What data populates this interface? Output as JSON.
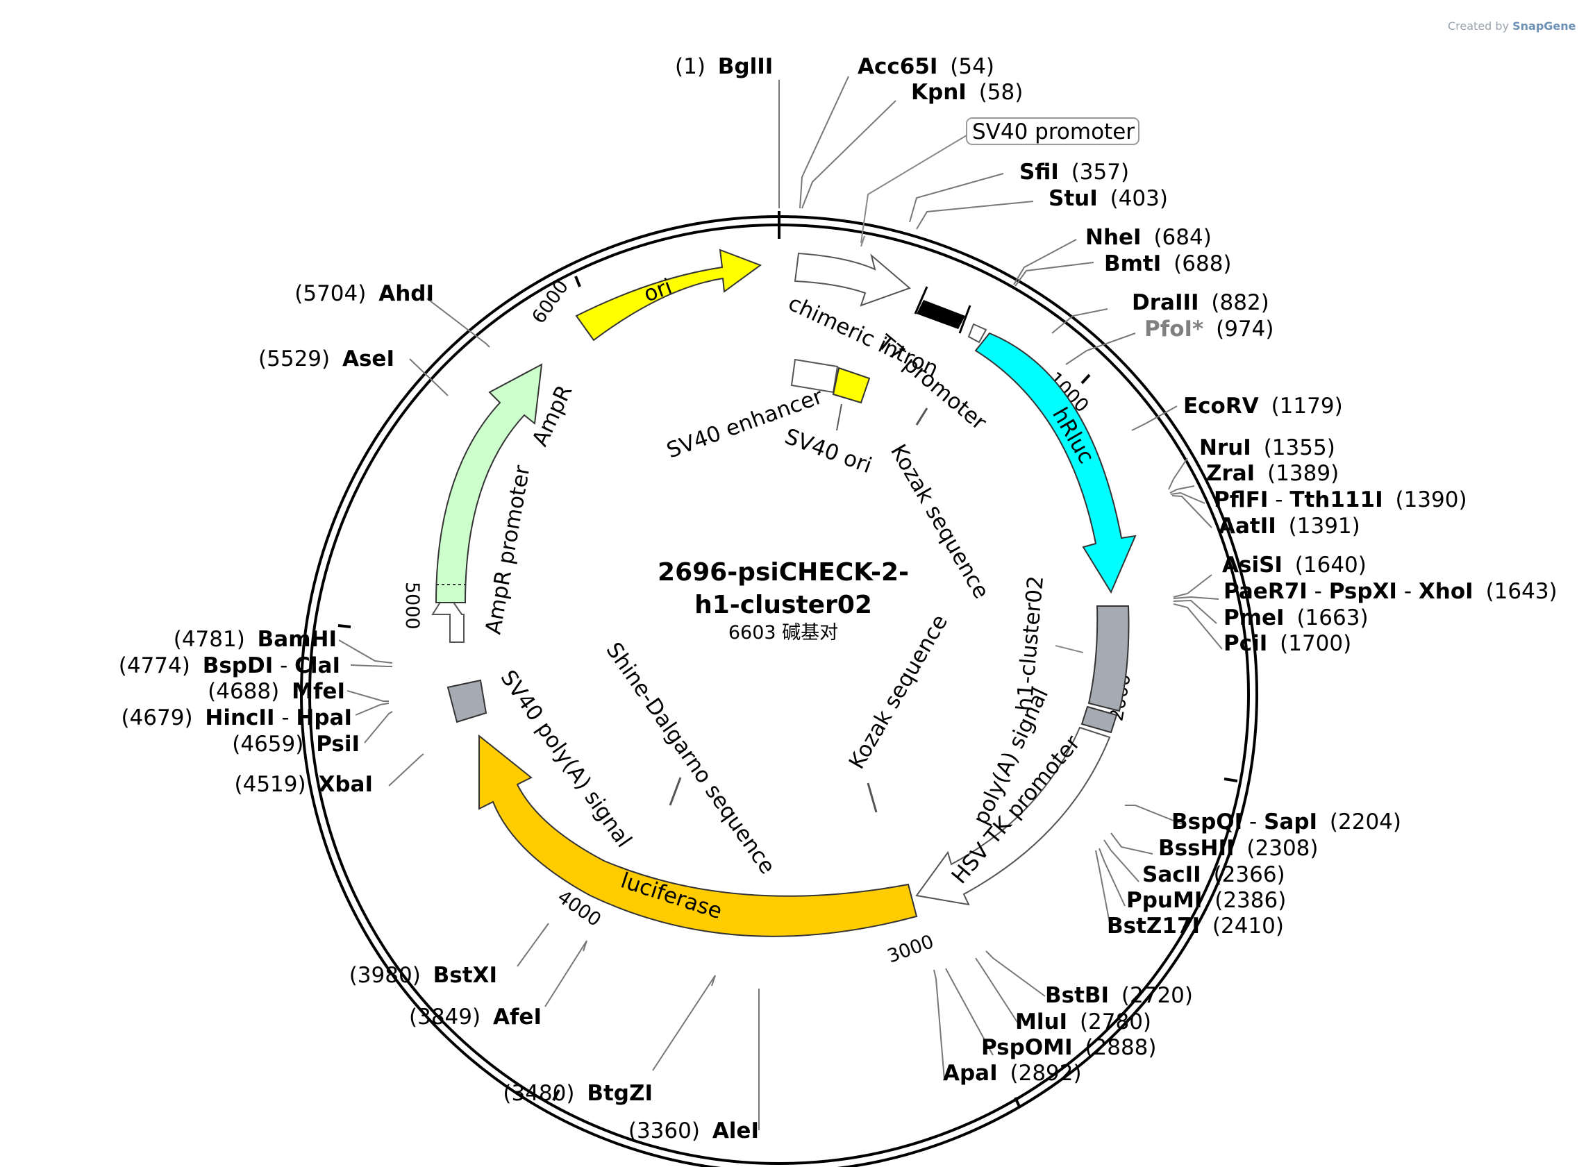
{
  "plasmid": {
    "name_line1": "2696-psiCHECK-2-",
    "name_line2": "h1-cluster02",
    "length_label": "6603 碱基对",
    "credit": "Created by",
    "brand": "SnapGene"
  },
  "ticks": [
    "1000",
    "2000",
    "3000",
    "4000",
    "5000",
    "6000"
  ],
  "enzymes": [
    {
      "name": "BglII",
      "pos": "(1)"
    },
    {
      "name": "Acc65I",
      "pos": "(54)"
    },
    {
      "name": "KpnI",
      "pos": "(58)"
    },
    {
      "name": "SfiI",
      "pos": "(357)"
    },
    {
      "name": "StuI",
      "pos": "(403)"
    },
    {
      "name": "NheI",
      "pos": "(684)"
    },
    {
      "name": "BmtI",
      "pos": "(688)"
    },
    {
      "name": "DraIII",
      "pos": "(882)"
    },
    {
      "name": "PfoI*",
      "pos": "(974)"
    },
    {
      "name": "EcoRV",
      "pos": "(1179)"
    },
    {
      "name": "NruI",
      "pos": "(1355)"
    },
    {
      "name": "ZraI",
      "pos": "(1389)"
    },
    {
      "name": "PflFI",
      "name2": "Tth111I",
      "pos": "(1390)"
    },
    {
      "name": "AatII",
      "pos": "(1391)"
    },
    {
      "name": "AsiSI",
      "pos": "(1640)"
    },
    {
      "name": "PaeR7I",
      "name2": "PspXI",
      "name3": "XhoI",
      "pos": "(1643)"
    },
    {
      "name": "PmeI",
      "pos": "(1663)"
    },
    {
      "name": "PciI",
      "pos": "(1700)"
    },
    {
      "name": "BspQI",
      "name2": "SapI",
      "pos": "(2204)"
    },
    {
      "name": "BssHII",
      "pos": "(2308)"
    },
    {
      "name": "SacII",
      "pos": "(2366)"
    },
    {
      "name": "PpuMI",
      "pos": "(2386)"
    },
    {
      "name": "BstZ17I",
      "pos": "(2410)"
    },
    {
      "name": "BstBI",
      "pos": "(2720)"
    },
    {
      "name": "MluI",
      "pos": "(2780)"
    },
    {
      "name": "PspOMI",
      "pos": "(2888)"
    },
    {
      "name": "ApaI",
      "pos": "(2892)"
    },
    {
      "name": "AleI",
      "pos": "(3360)"
    },
    {
      "name": "BtgZI",
      "pos": "(3480)"
    },
    {
      "name": "AfeI",
      "pos": "(3849)"
    },
    {
      "name": "BstXI",
      "pos": "(3980)"
    },
    {
      "name": "XbaI",
      "pos": "(4519)"
    },
    {
      "name": "PsiI",
      "pos": "(4659)"
    },
    {
      "name": "HincII",
      "name2": "HpaI",
      "pos": "(4679)"
    },
    {
      "name": "MfeI",
      "pos": "(4688)"
    },
    {
      "name": "BspDI",
      "name2": "ClaI",
      "pos": "(4774)"
    },
    {
      "name": "BamHI",
      "pos": "(4781)"
    },
    {
      "name": "AseI",
      "pos": "(5529)"
    },
    {
      "name": "AhdI",
      "pos": "(5704)"
    }
  ],
  "features": {
    "ori": "ori",
    "sv40_promoter": "SV40 promoter",
    "chimeric_intron": "chimeric intron",
    "t7_promoter": "T7 promoter",
    "hrluc": "hRluc",
    "sv40_enhancer": "SV40 enhancer",
    "sv40_ori": "SV40 ori",
    "kozak_1": "Kozak sequence",
    "kozak_2": "Kozak sequence",
    "h1_cluster": "h1-cluster02",
    "polya_signal": "poly(A) signal",
    "hsv_tk_promoter": "HSV TK promoter",
    "luciferase": "luciferase",
    "sv40_polya": "SV40 poly(A) signal",
    "shine_dalgarno": "Shine-Dalgarno sequence",
    "ampr": "AmpR",
    "ampr_promoter": "AmpR promoter"
  },
  "colors": {
    "ori": "#ffff00",
    "hrluc": "#00ffff",
    "luciferase": "#ffcc00",
    "ampr": "#ccffcc",
    "gray_feature": "#a6abb3",
    "pfoi": "#808080"
  }
}
